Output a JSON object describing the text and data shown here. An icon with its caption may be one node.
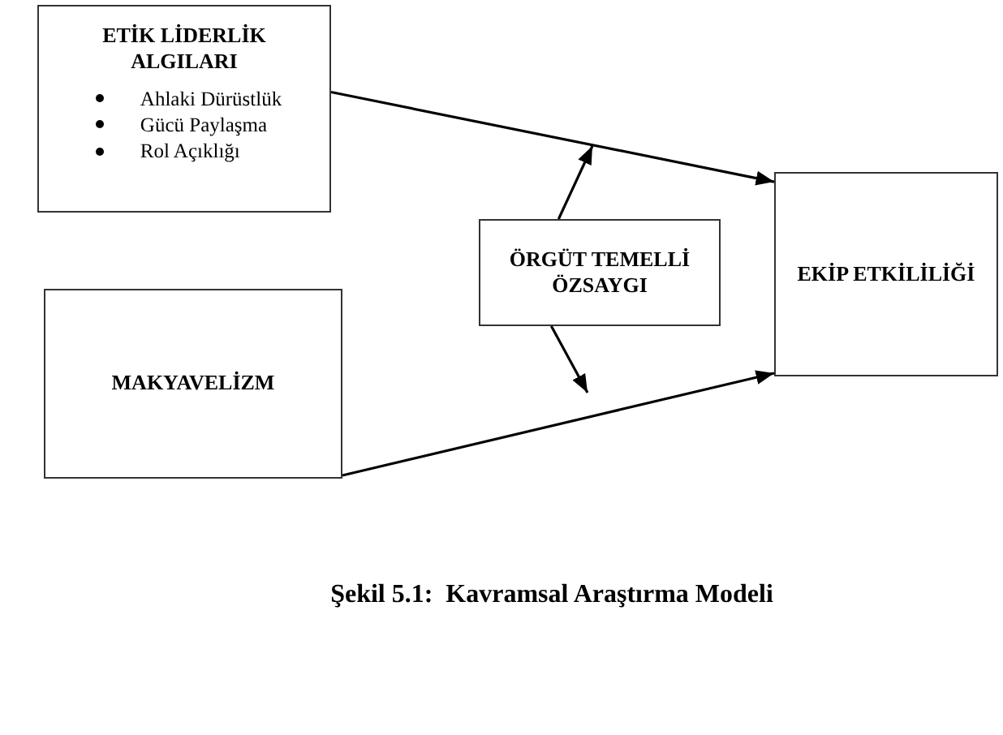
{
  "diagram": {
    "caption": "Şekil 5.1:  Kavramsal Araştırma Modeli",
    "nodes": [
      {
        "text": [
          "ETİK LİDERLİK ALGILARI",
          "Ahlaki Dürüstlük",
          "Gücü Paylaşma",
          "Rol Açıklığı"
        ]
      },
      {
        "text": [
          "MAKYAVELİZM"
        ]
      },
      {
        "text": [
          "ÖRGÜT TEMELLİ ÖZSAYGI"
        ]
      },
      {
        "text": [
          "EKİP ETKİLİLİĞİ"
        ]
      }
    ],
    "edges": [
      {
        "from": 0,
        "to": 3,
        "arrow": "to"
      },
      {
        "from": 1,
        "to": 3,
        "arrow": "to"
      },
      {
        "from": 2,
        "to": null,
        "arrow": "to"
      },
      {
        "from": 2,
        "to": null,
        "arrow": "to"
      }
    ]
  }
}
